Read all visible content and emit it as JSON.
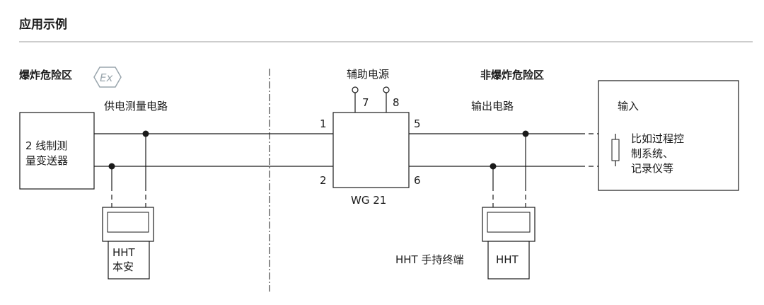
{
  "heading": "应用示例",
  "zones": {
    "hazardous": "爆炸危险区",
    "ex_mark": "Ex",
    "safe": "非爆炸危险区"
  },
  "transmitter": {
    "line1": "2 线制测",
    "line2": "量变送器"
  },
  "supply_circuit": "供电测量电路",
  "hht_intrinsic": {
    "line1": "HHT",
    "line2": "本安"
  },
  "aux_power": "辅助电源",
  "device": {
    "name": "WG 21",
    "terminals": [
      "7",
      "8",
      "1",
      "2",
      "5",
      "6"
    ]
  },
  "output_circuit": "输出电路",
  "input_box": {
    "title": "输入",
    "lines": [
      "比如过程控",
      "制系统、",
      "记录仪等"
    ]
  },
  "hht_terminal": {
    "caption": "HHT 手持终端",
    "screen": "HHT"
  },
  "colors": {
    "ink": "#1a1a1a",
    "ex_symbol": "#9aa6ad"
  }
}
